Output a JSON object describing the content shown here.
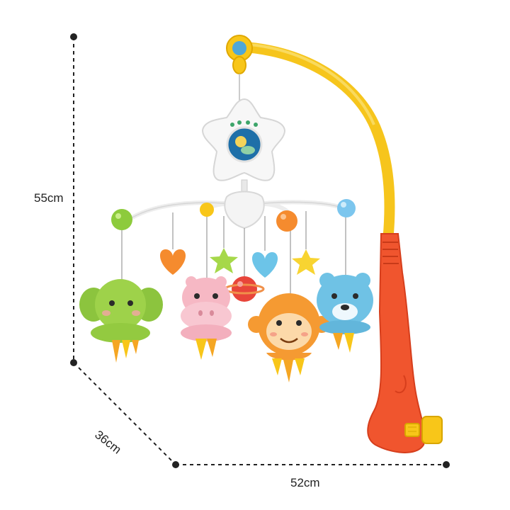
{
  "dimensions": {
    "height": "55cm",
    "depth": "36cm",
    "width": "52cm"
  },
  "colors": {
    "arm_yellow": "#F6C51C",
    "clamp_red": "#F0552E",
    "star_white": "#F7F7F7",
    "elephant_green": "#9ED24A",
    "hippo_pink": "#F6B8C4",
    "monkey_orange": "#F59A32",
    "bear_blue": "#6FC2E5",
    "ball_green": "#8DCB3C",
    "ball_orange": "#F58B2E",
    "ball_blue": "#7CC6EE",
    "heart_orange": "#F58B2E",
    "heart_blue": "#6CC4E8",
    "star_green": "#A6D84A",
    "star_yellow": "#F8D431",
    "ball_red": "#E8453A"
  },
  "objects": [
    "crib-mobile",
    "music-box-star",
    "elephant-toy",
    "hippo-toy",
    "monkey-toy",
    "bear-toy"
  ]
}
